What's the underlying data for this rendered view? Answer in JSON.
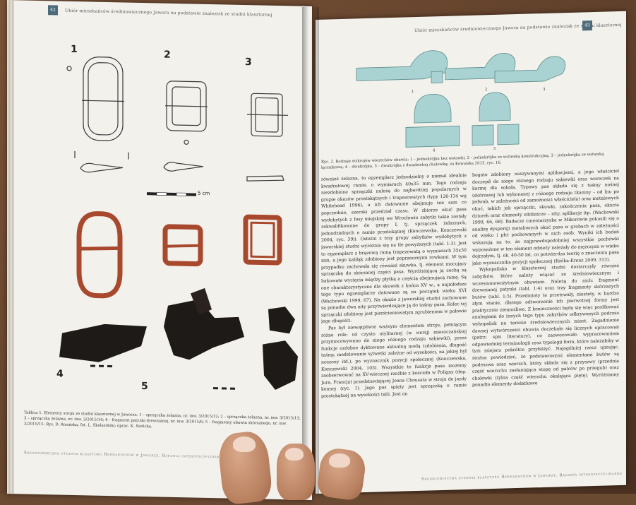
{
  "left_page": {
    "page_number": "42",
    "running_head": "Ubiór mieszkańców średniowiecznego Jawora na podstawie znalezisk ze studni klasztornej",
    "figure_numbers": [
      "1",
      "2",
      "3",
      "4",
      "5"
    ],
    "scale_label": "5 cm",
    "caption": "Tablica 1. Elementy stroju ze studni klasztornej w Jaworze. 1 – sprzączka żelazna, nr. inw. 3/2015/12; 2 – sprzączka żelazna, nr. inw. 3/2015/13; 3 – sprzączka żelazna, nr. inw. 3/2015/14; 4 – fragment patynki drewnianej, nr. inw. 3/2015/6; 5 – fragmenty obuwia skórzanego, nr. inw. 3/2015/15. Rys. D. Rosińska, fot. L. Skolasiński; oprac. K. Sielicka.",
    "footer": "Średniowieczna studnia klasztoru Bernardynów w Jaworze. Badania interdyscyplinarne",
    "colors": {
      "metal_outline": "#3a3a3a",
      "rust": "#a8492e",
      "leather": "#1e1a17"
    }
  },
  "right_page": {
    "page_number": "43",
    "running_head": "Ubiór mieszkańców średniowiecznego Jawora na podstawie znalezisk ze studni klasztornej",
    "diagram_labels": [
      "1",
      "2",
      "3",
      "4",
      "5"
    ],
    "diagram_color": "#a9d3d2",
    "figure_caption": "Ryc. 2. Rodzaje wykrojów wierzchów obuwia: 1 – jednokrójka bez wstawki, 2 – jednokrójka ze wstawką konstrukcyjną, 3 – jednokrójka ze wstawką łącznikową, 4 – dwukrójka, 5 – dwukrójka z dwudzielną cholewką; za Kowalska 2013, ryc. 16.",
    "column_left": [
      "również żelazna, to egzemplarz jednodzielny o niemal idealnie kwadratowej ramie, o wymiarach 40x35 mm. Tego rodzaju niezdobione sprzączki należą do najbardziej popularnych w grupie okazów prostokątnych i trapezowatych (typy 126-134 wg Whitehead 1996), a ich datowanie obejmuje ten sam co poprzednio, szeroki przedział czasu. W zbiorze okuć pasa wydobytych z fosy miejskiej we Wrocławiu zabytki takie zostały zakwalifikowane do grupy I, tj. sprzączek żelaznych, jednodzielnych o ramie prostokątnej (Konczewska, Konczewski 2004, ryc. 39i). Ostatni z trzy grupy zabytków wydobytych z jaworskiej studni wyróżnia się na tle powyższych (tabl. 1:3). Jest to egzemplarz z brązową ramą trapezowatą o wymiarach 35x30 mm, a jego kabłąk zdobiony jest poprzecznymi rowkami. W tym przypadku zachowała się również skuwka, tj. element mocujący sprzączkę do skórzanej części pasa. Wyróżniającą ją cechą są hakowate wycięcia między płytką a częścią obejmującą ramę. Są one charakterystyczne dla skuwek z końca XV w., a najmłodsze tego typu egzemplarze datowane są na początek wieku XVI (Wachowski 1999, 67). Na okazie z jaworskiej studni zachowane są ponadto dwa nity przytwierdzające ją do taśmy pasa. Kolec tej sprzączki zdobiony jest pierścieniowatym zgrubieniem w połowie jego długości.",
      "Pas był niewątpliwie ważnym elementem stroju, pełniącym różne role: od czysto utylitarnej (w wersji mieszczańskiej przymocowywano do niego różnego rodzaju sakiewki), przez funkcje ozdobne dyktowane aktualną modą (zdobienia, długość taśmy, modelowanie sylwetki zależne od wysokości, na jakiej był noszony itd.), po wyznacznik pozycji społecznej (Konczewska, Konczewski 2004, 103). Wszystkie te funkcje pasa możemy zaobserwować na XV-wiecznej rzeźbie z kościoła w Poligny (dep. Jura, Francja) przedstawiającej Jeana Chousata w stroju do jazdy konnej (ryc. 1). Jego pas spięty jest sprzączką o ramie prostokątnej na wysokości talii. Jest on"
    ],
    "column_right": [
      "bogato zdobiony naszywanymi aplikacjami, a jego właściciel doczepił do niego różnego rodzaju sakiewki oraz woreczek na karmę dla sokoła. Typowy pas składa się z taśmy nośnej (skórzanej lub wykonanej z różnego rodzaju tkaniny – od lnu po jedwab, w zależności od zamożności właściciela) oraz metalowych okuć, takich jak sprzączki, skuwki, zakończenia pasa, okucia dziurek oraz elementy zdobnicze – nity, aplikacje itp. (Wachowski 1999, 66, 68). Badacze cmentarzyska w Mikorowie pokusili się o analizę dyspersji metalowych okuć pasa w grobach w zależności od wieku i płci pochowanych w nich osób. Wyniki ich badań wskazują na to, że najprawdopodobniej wszystkie pochówki wyposażone w ten element odzieży należały do mężczyzn w wieku dojrzałym, tj. ok. 40-50 lat, co potwierdza teorię o znaczeniu pasa jako wyznacznika pozycji społecznej (Kóčka-Krenz 2009, 313).",
      "Wykopaliska w klasztornej studni dostarczyły również zabytków, które należy wiązać ze średniowiecznym i wczesnonowożytnym obuwiem. Należą do nich: fragment drewnianej patynki (tabl. 1:4) oraz trzy fragmenty skórzanych butów (tabl. 1:5). Przedmioty te przetrwały, niestety, w bardzo złym stanie, dlatego odtworzenie ich pierwotnej formy jest praktycznie niemożliwe. Z konieczności będę się więc posiłkować analogiami do innych tego typu zabytków odkrywanych podczas wykopalisk na terenie średniowiecznych miast. Zagadnienie dawnej wytwórczości obuwia doczekało się licznych opracowań (patrz: spis literatury), co zaowocowało wypracowaniem odpowiedniej terminologii oraz typologii form, które należałoby w tym miejscu pokrótce przybliżyć. Najogólniej rzecz ujmując, można powiedzieć, że podstawowymi elementami butów są podeszwa oraz wierzch, który składa się z przyszwy (przednia część wierzchu zasłaniająca stopę od palców po przegub) oraz cholewki (tylna część wierzchu okalająca piętę). Wyróżniamy ponadto elementy dodatkowe"
    ],
    "footer": "Średniowieczna studnia klasztoru Bernardynów w Jaworze. Badania interdyscyplinarne"
  }
}
